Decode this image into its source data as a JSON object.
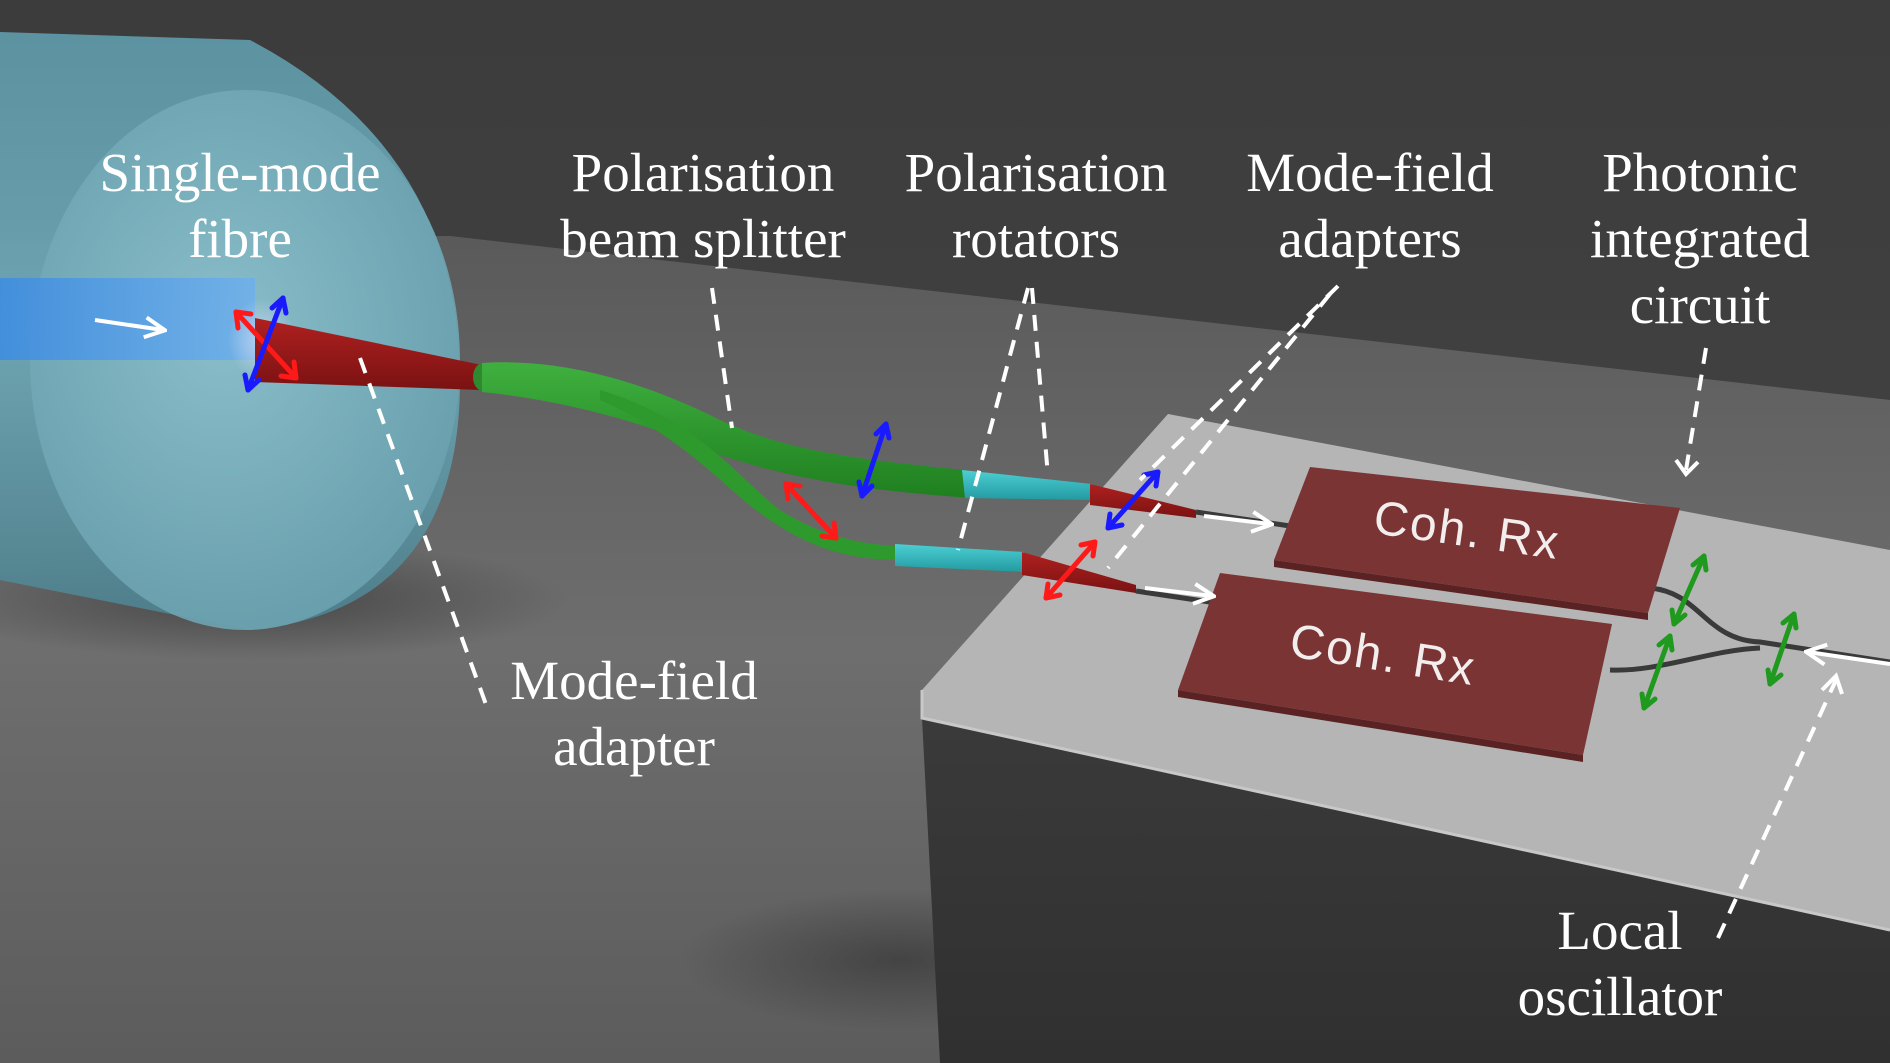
{
  "labels": {
    "single_mode_fibre": [
      "Single-mode",
      "fibre"
    ],
    "polarisation_beam_splitter": [
      "Polarisation",
      "beam splitter"
    ],
    "polarisation_rotators": [
      "Polarisation",
      "rotators"
    ],
    "mode_field_adapters": [
      "Mode-field",
      "adapters"
    ],
    "photonic_integrated_circuit": [
      "Photonic",
      "integrated",
      "circuit"
    ],
    "mode_field_adapter": [
      "Mode-field",
      "adapter"
    ],
    "local_oscillator": [
      "Local",
      "oscillator"
    ]
  },
  "chips": {
    "upper": "Coh. Rx",
    "lower": "Coh. Rx"
  },
  "colors": {
    "fibre": "#6fa7b8",
    "core": "#4f9bd8",
    "taper": "#9a1a1a",
    "splitter": "#2f9a2f",
    "rotator": "#2fb3b8",
    "chip": "#7a3434",
    "pic_top": "#b4b4b4",
    "pol_red": "#ff1a1a",
    "pol_blue": "#1a1aff",
    "pol_green": "#1f9a1f"
  }
}
